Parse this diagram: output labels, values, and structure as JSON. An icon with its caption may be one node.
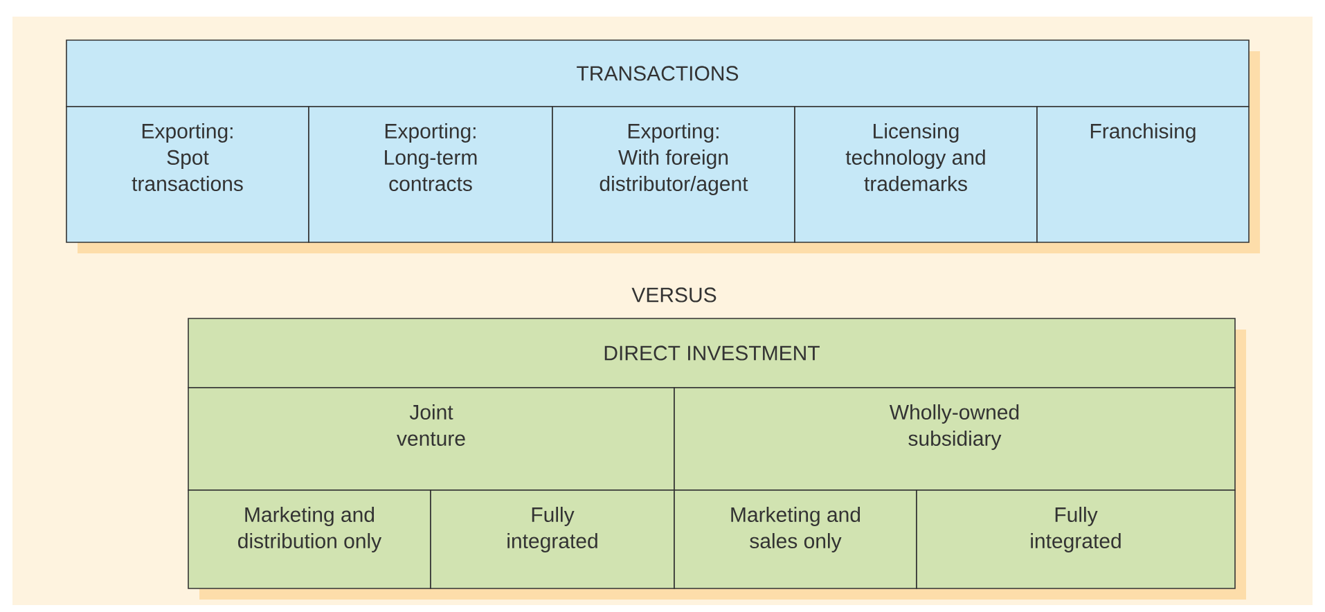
{
  "diagram": {
    "nodes": [
      {
        "text": [
          "TRANSACTIONS"
        ]
      },
      {
        "text": [
          "Exporting:",
          "Spot transactions"
        ]
      },
      {
        "text": [
          "Exporting:",
          "Long-term contracts"
        ]
      },
      {
        "text": [
          "Exporting:",
          "With foreign distributor/agent"
        ]
      },
      {
        "text": [
          "Licensing technology and trademarks"
        ]
      },
      {
        "text": [
          "Franchising"
        ]
      },
      {
        "text": [
          "DIRECT INVESTMENT"
        ]
      },
      {
        "text": [
          "Joint venture"
        ]
      },
      {
        "text": [
          "Wholly-owned subsidiary"
        ]
      },
      {
        "text": [
          "Marketing and distribution only"
        ]
      },
      {
        "text": [
          "Fully integrated"
        ]
      },
      {
        "text": [
          "Marketing and sales only"
        ]
      },
      {
        "text": [
          "Fully integrated"
        ]
      }
    ],
    "labels": [
      "VERSUS"
    ]
  }
}
